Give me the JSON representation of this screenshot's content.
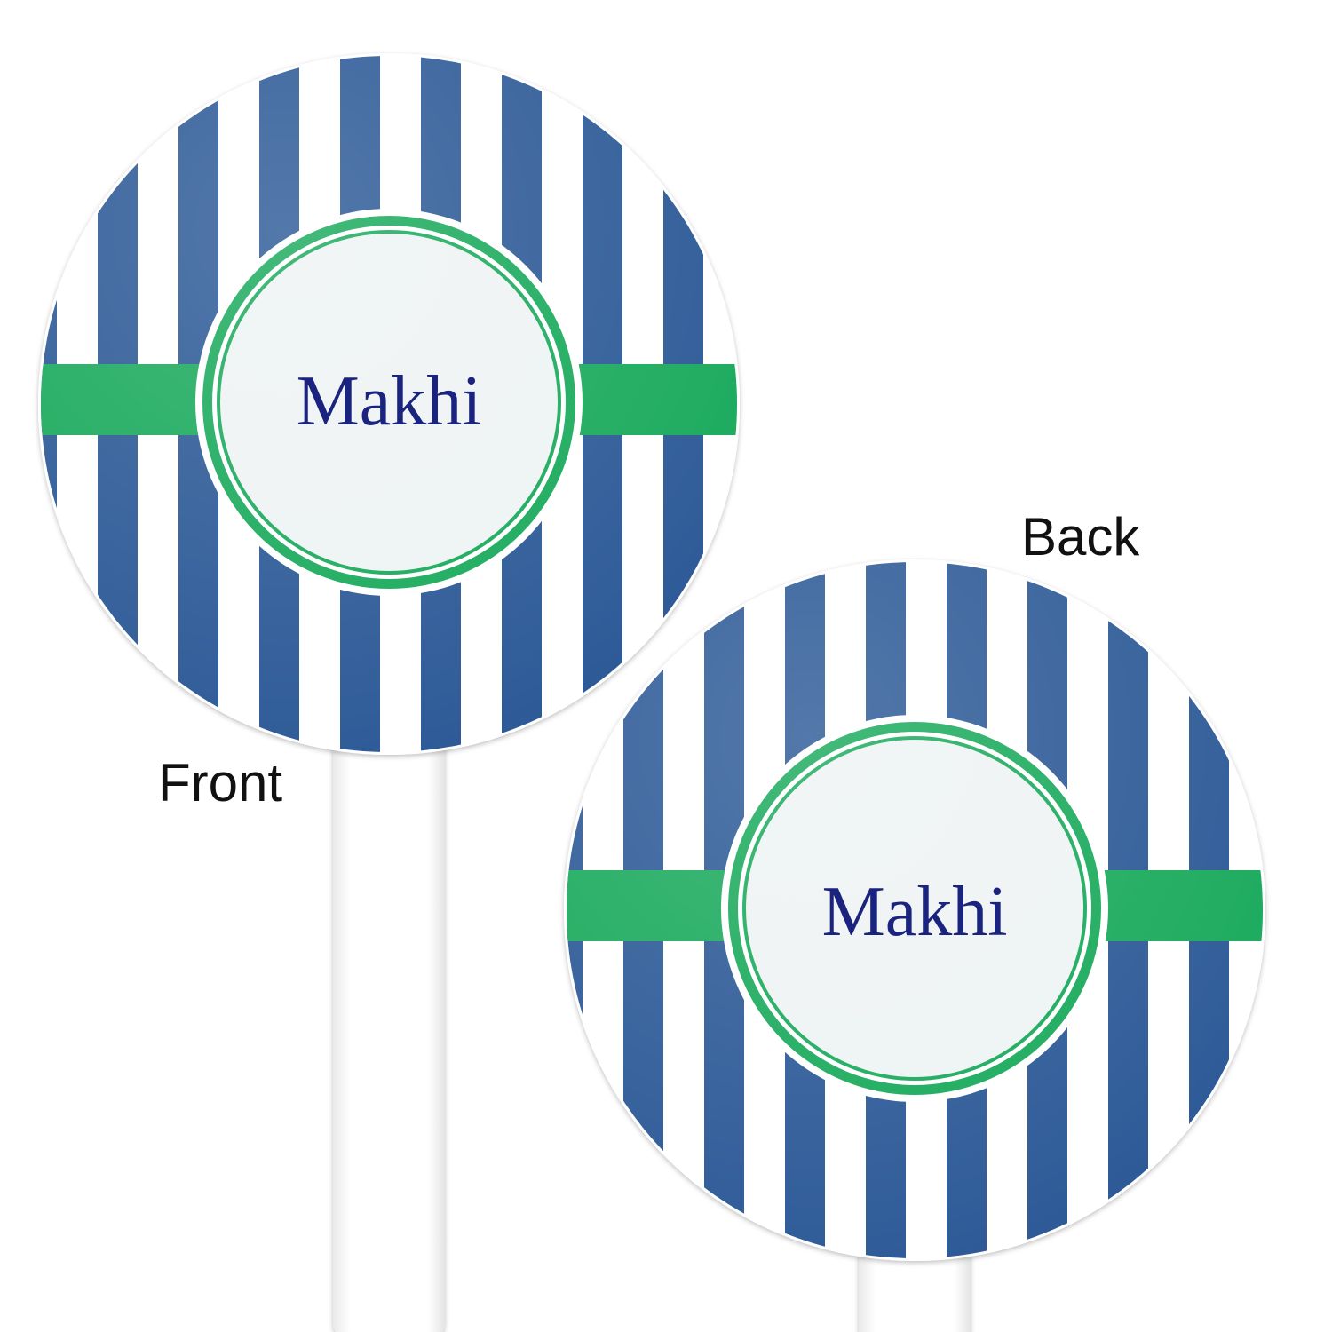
{
  "colors": {
    "stripe_blue": "#2d5a97",
    "stripe_white": "#ffffff",
    "band_green": "#1aaa5c",
    "center_fill": "#eef3f3",
    "name_text": "#1a237e",
    "stick": "#ffffff"
  },
  "stirrers": [
    {
      "side": "Front",
      "name": "Makhi"
    },
    {
      "side": "Back",
      "name": "Makhi"
    }
  ]
}
